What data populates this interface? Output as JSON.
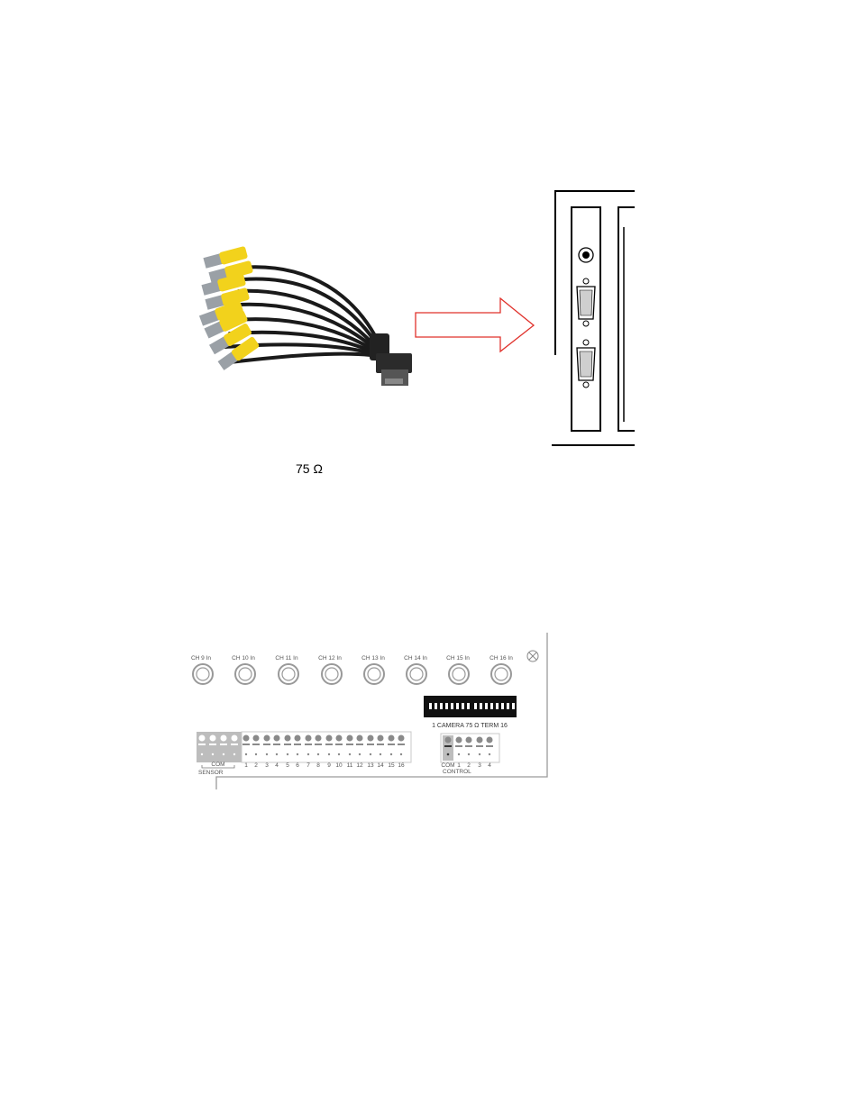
{
  "figure1": {
    "impedance_label": "75 Ω"
  },
  "rear_panel": {
    "channel_labels": [
      "CH 9 In",
      "CH 10 In",
      "CH 11 In",
      "CH 12 In",
      "CH 13 In",
      "CH 14 In",
      "CH 15 In",
      "CH 16 In"
    ],
    "dip_caption": "1 CAMERA 75 Ω TERM 16",
    "sensor_com_label": "COM",
    "sensor_label": "SENSOR",
    "sensor_numbers": [
      "1",
      "2",
      "3",
      "4",
      "5",
      "6",
      "7",
      "8",
      "9",
      "10",
      "11",
      "12",
      "13",
      "14",
      "15",
      "16"
    ],
    "control_com_label": "COM",
    "control_label": "CONTROL",
    "control_numbers": [
      "1",
      "2",
      "3",
      "4"
    ]
  },
  "colors": {
    "bnc_yellow": "#f2d21c",
    "arrow_red": "#e0312b",
    "cable_black": "#1a1a1a",
    "panel_gray": "#9a9a9a"
  }
}
